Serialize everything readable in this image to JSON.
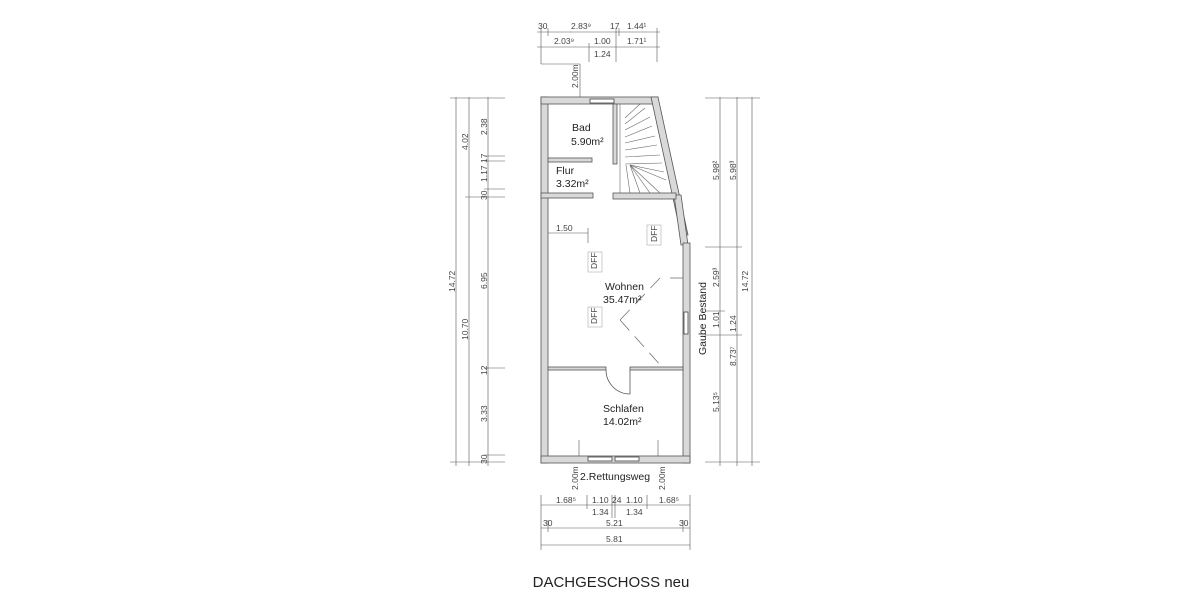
{
  "title": "DACHGESCHOSS neu",
  "rooms": [
    {
      "name": "Bad",
      "area": "5.90m²"
    },
    {
      "name": "Flur",
      "area": "3.32m²"
    },
    {
      "name": "Wohnen",
      "area": "35.47m²"
    },
    {
      "name": "Schlafen",
      "area": "14.02m²"
    }
  ],
  "labels": {
    "gaube": "Gaube Bestand",
    "rettungsweg": "2.Rettungsweg",
    "clearance_top": "2.00m",
    "clearance_bottom_left": "2.00m",
    "clearance_bottom_right": "2.00m",
    "dim_150": "1.50",
    "dff_1": "DFF",
    "dff_2": "DFF",
    "dff_3": "DFF"
  },
  "dims_top": {
    "row1": [
      "30",
      "2.83⁹",
      "17",
      "1.44¹"
    ],
    "row2": [
      "2.03⁹",
      "1.00",
      "1.71¹"
    ],
    "row3": [
      "1.24"
    ]
  },
  "dims_left": {
    "outer": "14.72",
    "middle_top": "4.02",
    "middle_bottom": "10.70",
    "inner": [
      "2.38",
      "17",
      "1.17",
      "17",
      "30",
      "6.95",
      "12",
      "3.33",
      "30"
    ]
  },
  "dims_right": {
    "inner": [
      "5.98²",
      "2.59³",
      "1.01",
      "5.13⁵"
    ],
    "middle": [
      "5.98³",
      "1.24",
      "8.73⁷"
    ],
    "outer": "14.72"
  },
  "dims_bottom": {
    "row1": [
      "1.68⁵",
      "1.10",
      "24",
      "1.10",
      "1.68⁵"
    ],
    "row2": [
      "1.34",
      "1.34"
    ],
    "row3": [
      "30",
      "5.21",
      "30"
    ],
    "row4": [
      "5.81"
    ]
  }
}
